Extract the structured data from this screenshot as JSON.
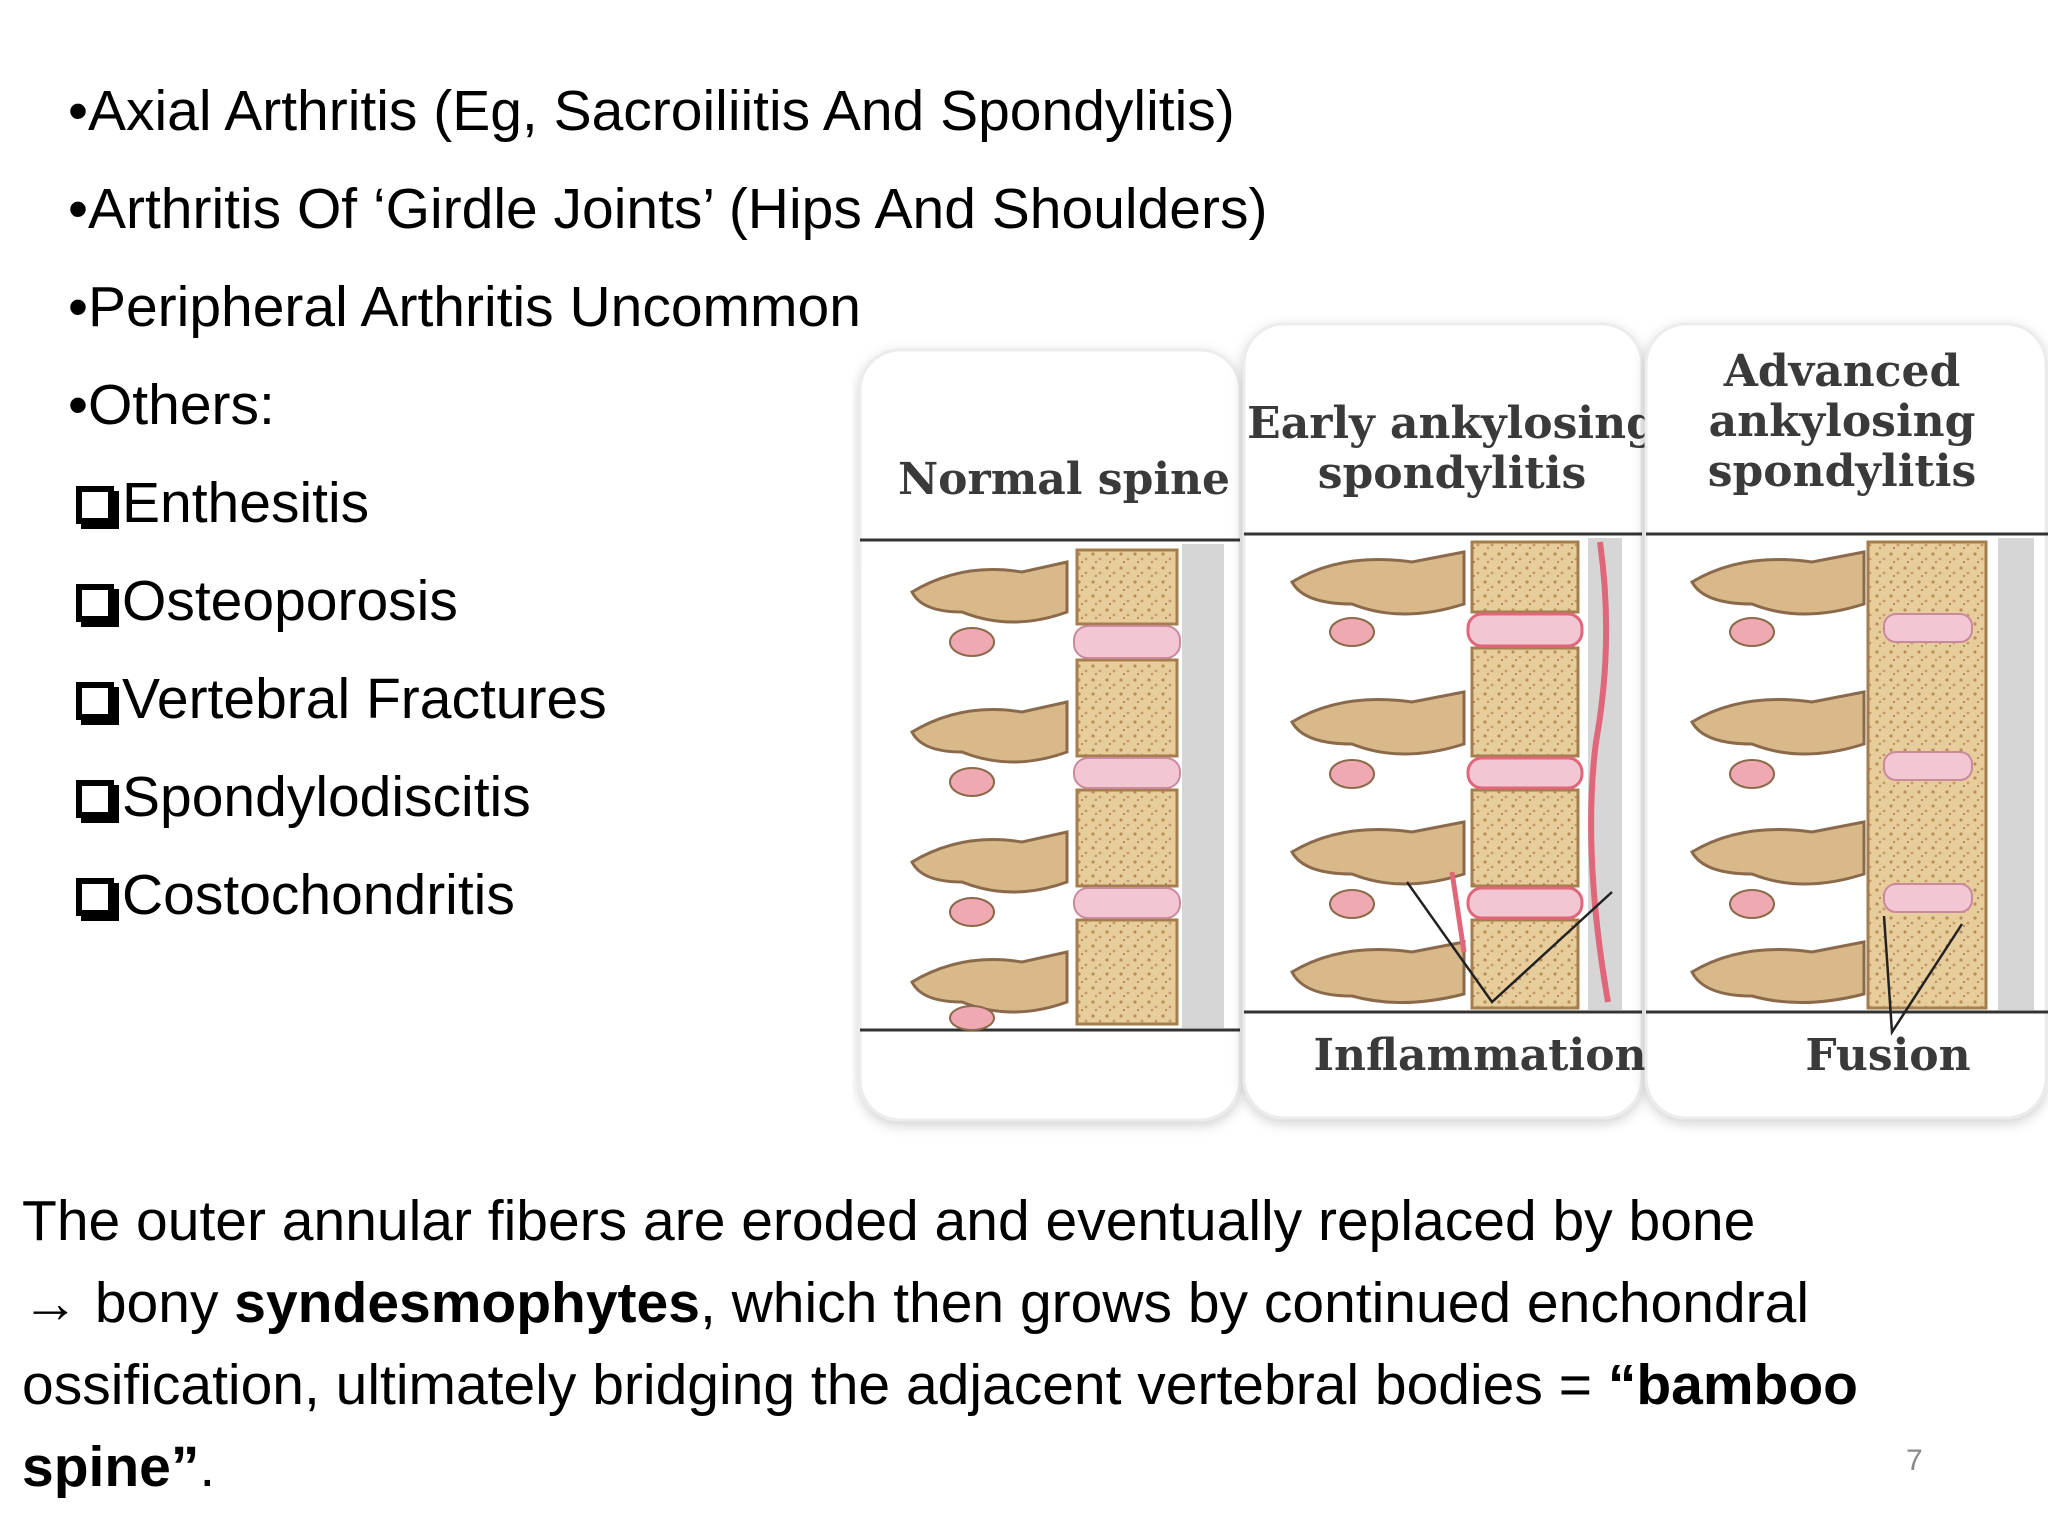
{
  "bullets": [
    "•Axial Arthritis (Eg, Sacroiliitis And Spondylitis)",
    "•Arthritis Of ‘Girdle Joints’ (Hips And Shoulders)",
    "•Peripheral Arthritis Uncommon",
    "•Others:"
  ],
  "subitems": [
    "Enthesitis",
    "Osteoporosis",
    "Vertebral Fractures",
    "Spondylodiscitis",
    "Costochondritis"
  ],
  "figure": {
    "panels": [
      {
        "title_lines": [
          "Normal spine"
        ],
        "bottom": ""
      },
      {
        "title_lines": [
          "Early ankylosing",
          "spondylitis"
        ],
        "bottom": "Inflammation"
      },
      {
        "title_lines": [
          "Advanced",
          "ankylosing",
          "spondylitis"
        ],
        "bottom": "Fusion"
      }
    ]
  },
  "paragraph": {
    "line1": "The outer annular fibers are eroded and eventually replaced by bone",
    "arrow": "→ bony ",
    "bold1": "syndesmophytes",
    "mid": ", which then grows by continued enchondral ossification, ultimately bridging the adjacent vertebral bodies = ",
    "bold2": "“bamboo spine”",
    "end": "."
  },
  "page_number": "7",
  "colors": {
    "bone": "#d9b98a",
    "bone_dark": "#8a6a4a",
    "disc": "#f2c6d3",
    "inflammation": "#e0667a"
  }
}
